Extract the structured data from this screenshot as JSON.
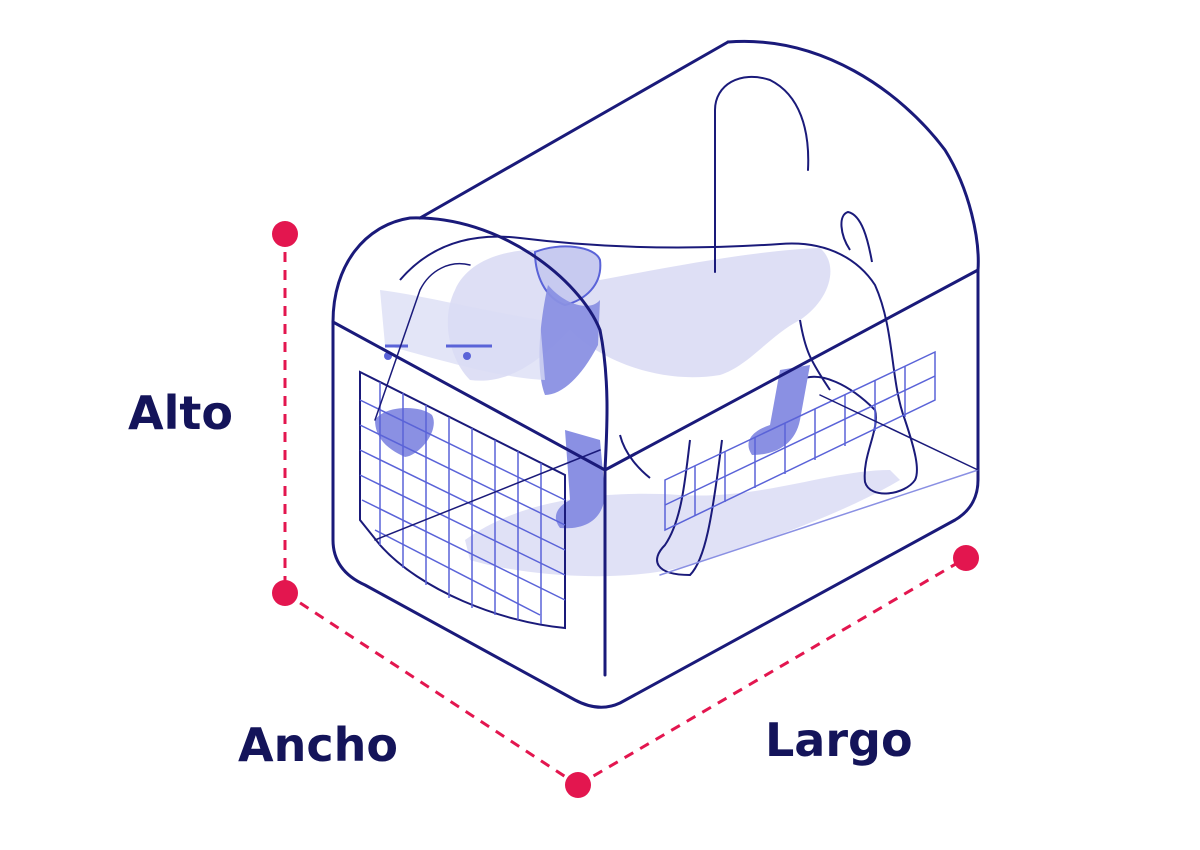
{
  "labels": {
    "height": "Alto",
    "width": "Ancho",
    "length": "Largo"
  },
  "colors": {
    "outline": "#1a1a7a",
    "accent": "#e3164f",
    "fill_light": "#dadcf4",
    "fill_mid": "#8a90e3",
    "grid": "#5a63d8",
    "label": "#14145a"
  },
  "icons": [
    "pet-carrier-icon",
    "dog-icon",
    "grille-door-icon"
  ]
}
